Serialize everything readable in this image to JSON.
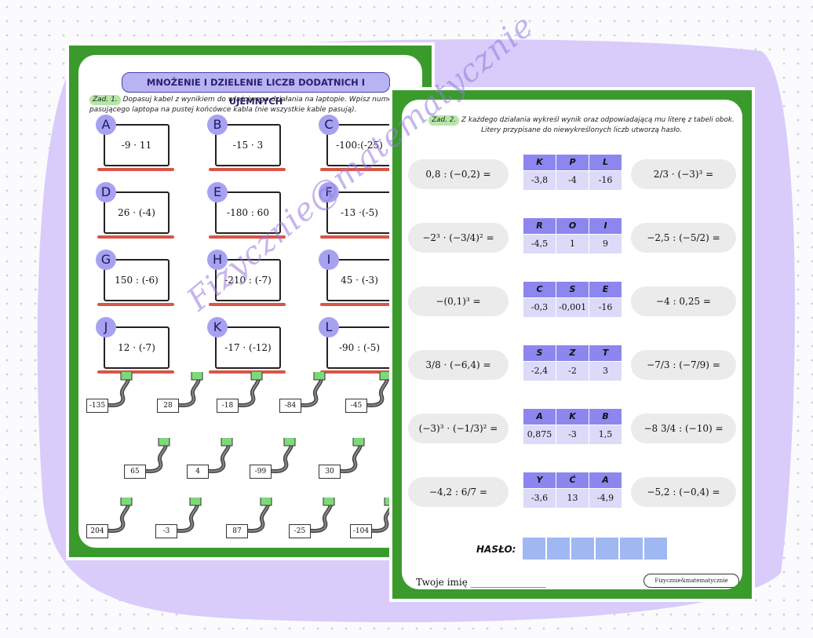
{
  "colors": {
    "blob": "#d9ccfb",
    "green": "#3a9b2c",
    "accent": "#a7a2f0",
    "letter_header": "#8c87ee",
    "value_cell": "#dcdaf8",
    "answer_box": "#9fb8f2",
    "cable_base": "#d95546"
  },
  "sheet1": {
    "title": "MNOŻENIE I DZIELENIE LICZB DODATNICH I UJEMNYCH",
    "task_label": "Zad. 1.",
    "task_text": "Dopasuj kabel z wynikiem do właściwego działania na laptopie. Wpisz numer pasującego laptopa na pustej końcówce kabla (nie wszystkie kable pasują).",
    "laptops": [
      {
        "letter": "A",
        "expr": "-9 · 11"
      },
      {
        "letter": "B",
        "expr": "-15 · 3"
      },
      {
        "letter": "C",
        "expr": "-100:(-25)"
      },
      {
        "letter": "D",
        "expr": "26 · (-4)"
      },
      {
        "letter": "E",
        "expr": "-180 : 60"
      },
      {
        "letter": "F",
        "expr": "-13 ·(-5)"
      },
      {
        "letter": "G",
        "expr": "150 : (-6)"
      },
      {
        "letter": "H",
        "expr": "-210 : (-7)"
      },
      {
        "letter": "I",
        "expr": "45 · (-3)"
      },
      {
        "letter": "J",
        "expr": "12 · (-7)"
      },
      {
        "letter": "K",
        "expr": "-17 · (-12)"
      },
      {
        "letter": "L",
        "expr": "-90 : (-5)"
      }
    ],
    "cables": [
      "-135",
      "28",
      "-18",
      "-84",
      "-45",
      "65",
      "4",
      "-99",
      "30",
      "204",
      "-3",
      "87",
      "-25",
      "-104"
    ]
  },
  "sheet2": {
    "task_label": "Zad. 2.",
    "task_text_1": "Z każdego działania wykreśl wynik oraz odpowiadającą mu literę z tabeli obok.",
    "task_text_2": "Litery przypisane do niewykreślonych liczb utworzą hasło.",
    "rows": [
      {
        "left": "0,8 : (−0,2) =",
        "letters": [
          "K",
          "P",
          "L"
        ],
        "values": [
          "-3,8",
          "-4",
          "-16"
        ],
        "right": "2/3 · (−3)³ ="
      },
      {
        "left": "−2³ · (−3/4)² =",
        "letters": [
          "R",
          "O",
          "I"
        ],
        "values": [
          "-4,5",
          "1",
          "9"
        ],
        "right": "−2,5 : (−5/2) ="
      },
      {
        "left": "−(0,1)³ =",
        "letters": [
          "C",
          "S",
          "E"
        ],
        "values": [
          "-0,3",
          "-0,001",
          "-16"
        ],
        "right": "−4 : 0,25 ="
      },
      {
        "left": "3/8 · (−6,4) =",
        "letters": [
          "S",
          "Z",
          "T"
        ],
        "values": [
          "-2,4",
          "-2",
          "3"
        ],
        "right": "−7/3 : (−7/9) ="
      },
      {
        "left": "(−3)³ · (−1/3)² =",
        "letters": [
          "A",
          "K",
          "B"
        ],
        "values": [
          "0,875",
          "-3",
          "1,5"
        ],
        "right": "−8 3/4 : (−10) ="
      },
      {
        "left": "−4,2 : 6/7 =",
        "letters": [
          "Y",
          "Ć",
          "A"
        ],
        "values": [
          "-3,6",
          "13",
          "-4,9"
        ],
        "right": "−5,2 : (−0,4) ="
      }
    ],
    "password_label": "HASŁO:",
    "name_label": "Twoje imię ________________",
    "brand": "Fizycznie&matematycznie"
  },
  "watermark": "Fizycznie@matematycznie"
}
